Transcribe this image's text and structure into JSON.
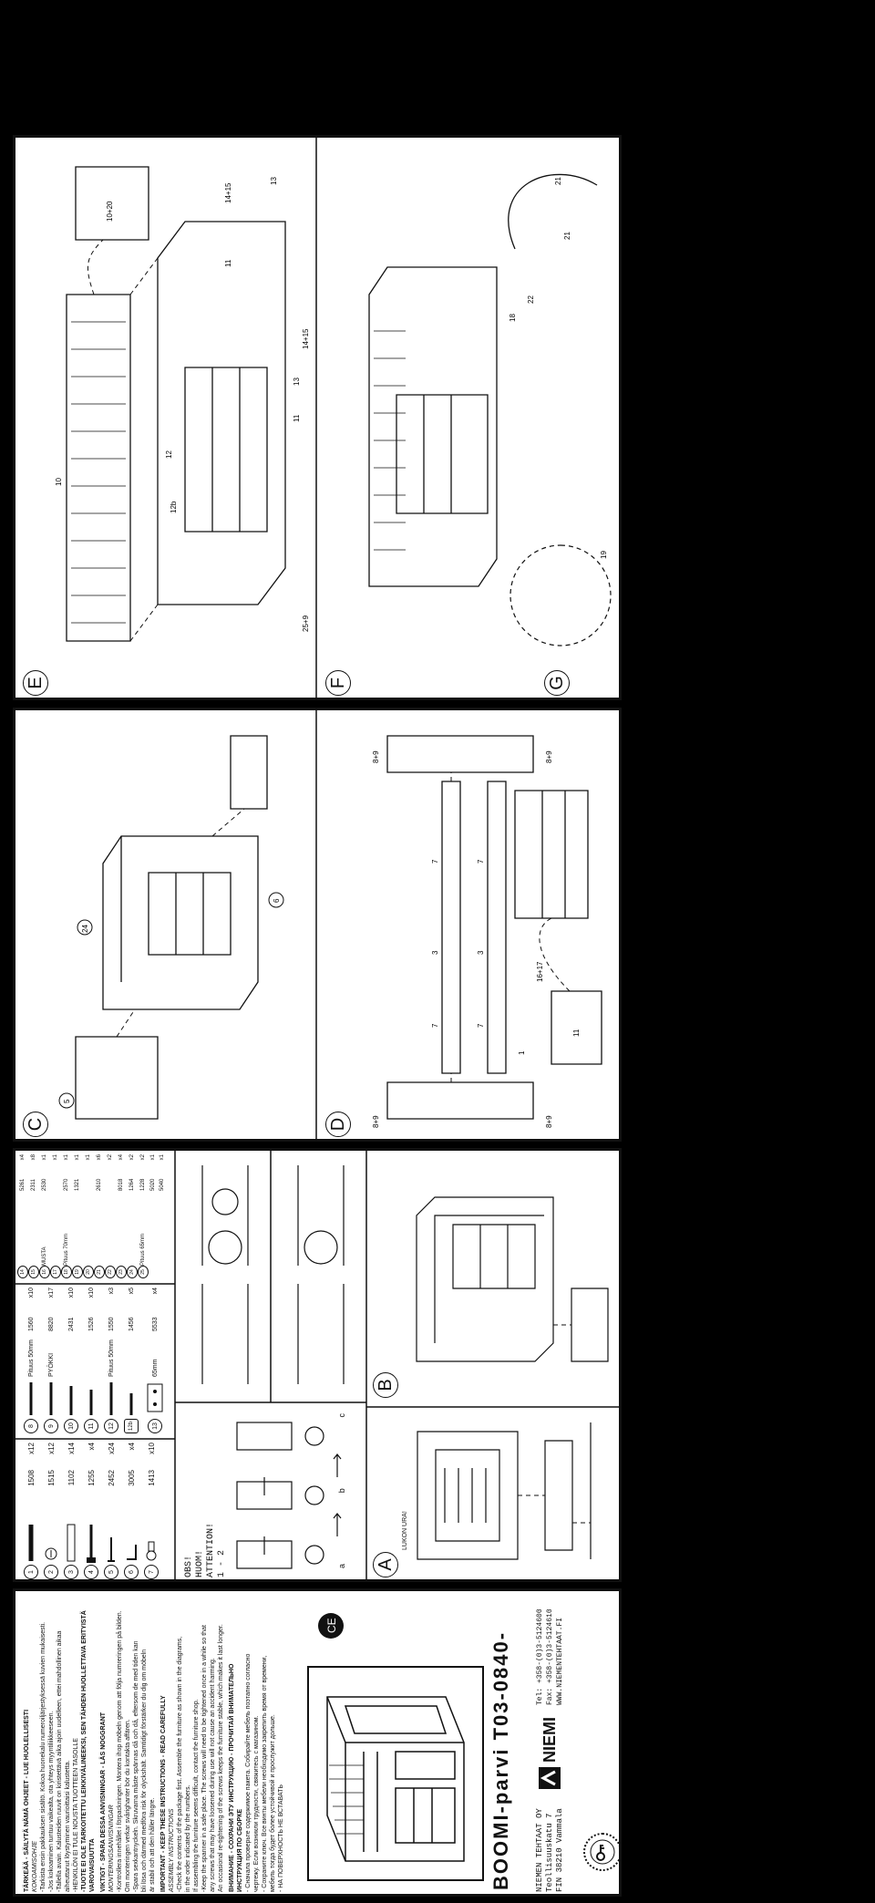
{
  "cover": {
    "warning_fi_title": "TÄRKEÄÄ - SÄILYTÄ NÄMÄ OHJEET - LUE HUOLELLISESTI",
    "warning_fi_sub": "KOKOAMISOHJE",
    "warning_fi_lines": [
      "-Tarkista ensin pakkauksen sisältö. Kokoa huonekalu numeroiljärjestyksessä kuvien mukaisesti.",
      "-Jos kokoaminen tuntuu vaikealta, ota yhteys myyntiliikkeeseen.",
      "-Tallella avain. Kalusteiden ruuvit on kiristettävä aika ajoin uudelleen, ettei mahdollinen aikaa",
      "aiheuttanut löystyminen vaurioittaisi kalustetta.",
      "-HENKILÖN EI TULE NOUSTA TUOTTEEN TASOLLE"
    ],
    "warning_fi_bold": "-TUOTE EI OLE TARKOITETTU LEIKKIVÄLINEEKSI, SEN TÄHDEN HUOLLETTAVA ERITYISTÄ VAROVAISUUTTA",
    "warning_sv_title": "VIKTIGT - SPARA DESSA ANVISNINGAR - LÄS NOGGRANT",
    "warning_sv_sub": "MONTERINGSANVISNINGAR",
    "warning_sv_lines": [
      "-Kontrollera innehållet i förpackningen. Montera ihop möbeln genom att följa numreringen på bilden.",
      "Om monteringen verkar svårighanter bör du kontakta affären.",
      "-Spara sexkantnyckeln. Skruvarna måste spännas då och då, eftersom de med tiden kan",
      "bli lösa och därmed medföra risk för olyckshält. Samtidigt förstärker du dig om möbeln",
      "är stabil och att den håller längre."
    ],
    "warning_en_title": "IMPORTANT - KEEP THESE INSTRUCTIONS - READ CAREFULLY",
    "warning_en_sub": "ASSEMBLY INSTRUCTIONS",
    "warning_en_lines": [
      "-Check the contents of the package first. Assemble the furniture as shown in the diagrams,",
      "in the order indicated by the numbers.",
      "If assembling the furniture seems difficult, contact the furniture shop.",
      "-Keep the spanner in a safe place. The screws will need to be tightened once in a while so that",
      "any screws that may have loosened during use will not cause an accident harming.",
      "An occasional re-tightening of the screws keeps the furniture stable, which makes it last longer."
    ],
    "warning_ru_title": "ВНИМАНИЕ - СОХРАНИ ЭТУ ИНСТРУКЦИЮ - ПРОЧИТАЙ ВНИМАТЕЛЬНО",
    "warning_ru_sub": "ИНСТРУКЦИЯ ПО СБОРКЕ",
    "warning_ru_lines": [
      "- Сначала проверьте содержимое пакета. Собирайте мебель поэтапно согласно",
      "чертежу. Если возникли трудности, свяжитесь с магазином.",
      "- Сохраните ключ. Все винты мебели необходимо закрепить время от времени,",
      "мебель тогда будет более устойчивой и прослужит дольше.",
      "- НА ПОВЕРХНОСТЬ НЕ ВСТАВАТЬ"
    ],
    "product_title": "BOOMI-parvi T03-0840-",
    "brand": "NIEMI",
    "company_name": "NIEMEN TEHTAAT OY",
    "company_address": "Teollisuuskatu 7",
    "company_city": "FIN 38210 Vammala",
    "tel": "Tel: +358-(0)3-5124600",
    "fax": "Fax: +358-(0)3-5124610",
    "web": "WWW.NIEMENTEHTAAT.FI"
  },
  "parts": {
    "left": [
      {
        "num": "1",
        "code": "1508",
        "qty": "x12"
      },
      {
        "num": "2",
        "code": "1515",
        "qty": "x12"
      },
      {
        "num": "3",
        "code": "1102",
        "qty": "x14"
      },
      {
        "num": "4",
        "code": "1255",
        "qty": "x4"
      },
      {
        "num": "5",
        "code": "2452",
        "qty": "x24"
      },
      {
        "num": "6",
        "code": "3005",
        "qty": "x4"
      },
      {
        "num": "7",
        "code": "1413",
        "qty": "x10"
      }
    ],
    "middle": [
      {
        "num": "8",
        "code": "1560",
        "qty": "x10",
        "note": "Pituus 50mm"
      },
      {
        "num": "9",
        "code": "8820",
        "qty": "x17",
        "note": "PYÖKKI"
      },
      {
        "num": "10",
        "code": "2431",
        "qty": "x10",
        "note": ""
      },
      {
        "num": "11",
        "code": "1526",
        "qty": "x10",
        "note": ""
      },
      {
        "num": "12",
        "code": "1550",
        "qty": "x3",
        "note": "Pituus 50mm"
      },
      {
        "num": "12b",
        "code": "1456",
        "qty": "x5",
        "note": ""
      },
      {
        "num": "13",
        "code": "5533",
        "qty": "x4",
        "note": "65mm"
      }
    ],
    "right": [
      {
        "num": "14",
        "code": "5261",
        "qty": "x4"
      },
      {
        "num": "15",
        "code": "2311",
        "qty": "x8"
      },
      {
        "num": "16",
        "code": "2530",
        "qty": "x1",
        "note": "MUSTA"
      },
      {
        "num": "17",
        "code": "",
        "qty": "x1"
      },
      {
        "num": "18",
        "code": "2570",
        "qty": "x1",
        "note": "Pituus 70mm"
      },
      {
        "num": "19",
        "code": "1321",
        "qty": "x1"
      },
      {
        "num": "20",
        "code": "",
        "qty": "x1"
      },
      {
        "num": "21",
        "code": "2610",
        "qty": "x6"
      },
      {
        "num": "22",
        "code": "",
        "qty": "x2"
      },
      {
        "num": "23",
        "code": "8018",
        "qty": "x4"
      },
      {
        "num": "24",
        "code": "1264",
        "qty": "x2"
      },
      {
        "num": "25",
        "code": "1228",
        "qty": "x2",
        "note": "Pituus 65mm"
      },
      {
        "num": "",
        "code": "5020",
        "qty": "x1"
      },
      {
        "num": "",
        "code": "5040",
        "qty": "x1"
      }
    ],
    "attention": [
      "OBS!",
      "HUOM!",
      "ATTENTION!"
    ],
    "attention_steps": "1 - 2",
    "abc": [
      "a",
      "b",
      "c"
    ],
    "lukon_ura": "LUKON URA!"
  },
  "steps": {
    "A": "A",
    "B": "B",
    "C": "C",
    "D": "D",
    "E": "E",
    "F": "F",
    "G": "G",
    "labels_C": [
      "5",
      "24",
      "6"
    ],
    "labels_D": [
      "8+9",
      "8+9",
      "8+9",
      "8+9",
      "7",
      "7",
      "7",
      "7",
      "3",
      "3",
      "1",
      "16+17",
      "11"
    ],
    "labels_E": [
      "10",
      "10+20",
      "11",
      "14+15",
      "13",
      "12",
      "12b",
      "11",
      "13",
      "14+15",
      "25+9"
    ],
    "labels_F": [
      "18",
      "22",
      "21",
      "21",
      "19"
    ]
  },
  "colors": {
    "ink": "#111111",
    "paper": "#ffffff",
    "frame": "#000000"
  }
}
